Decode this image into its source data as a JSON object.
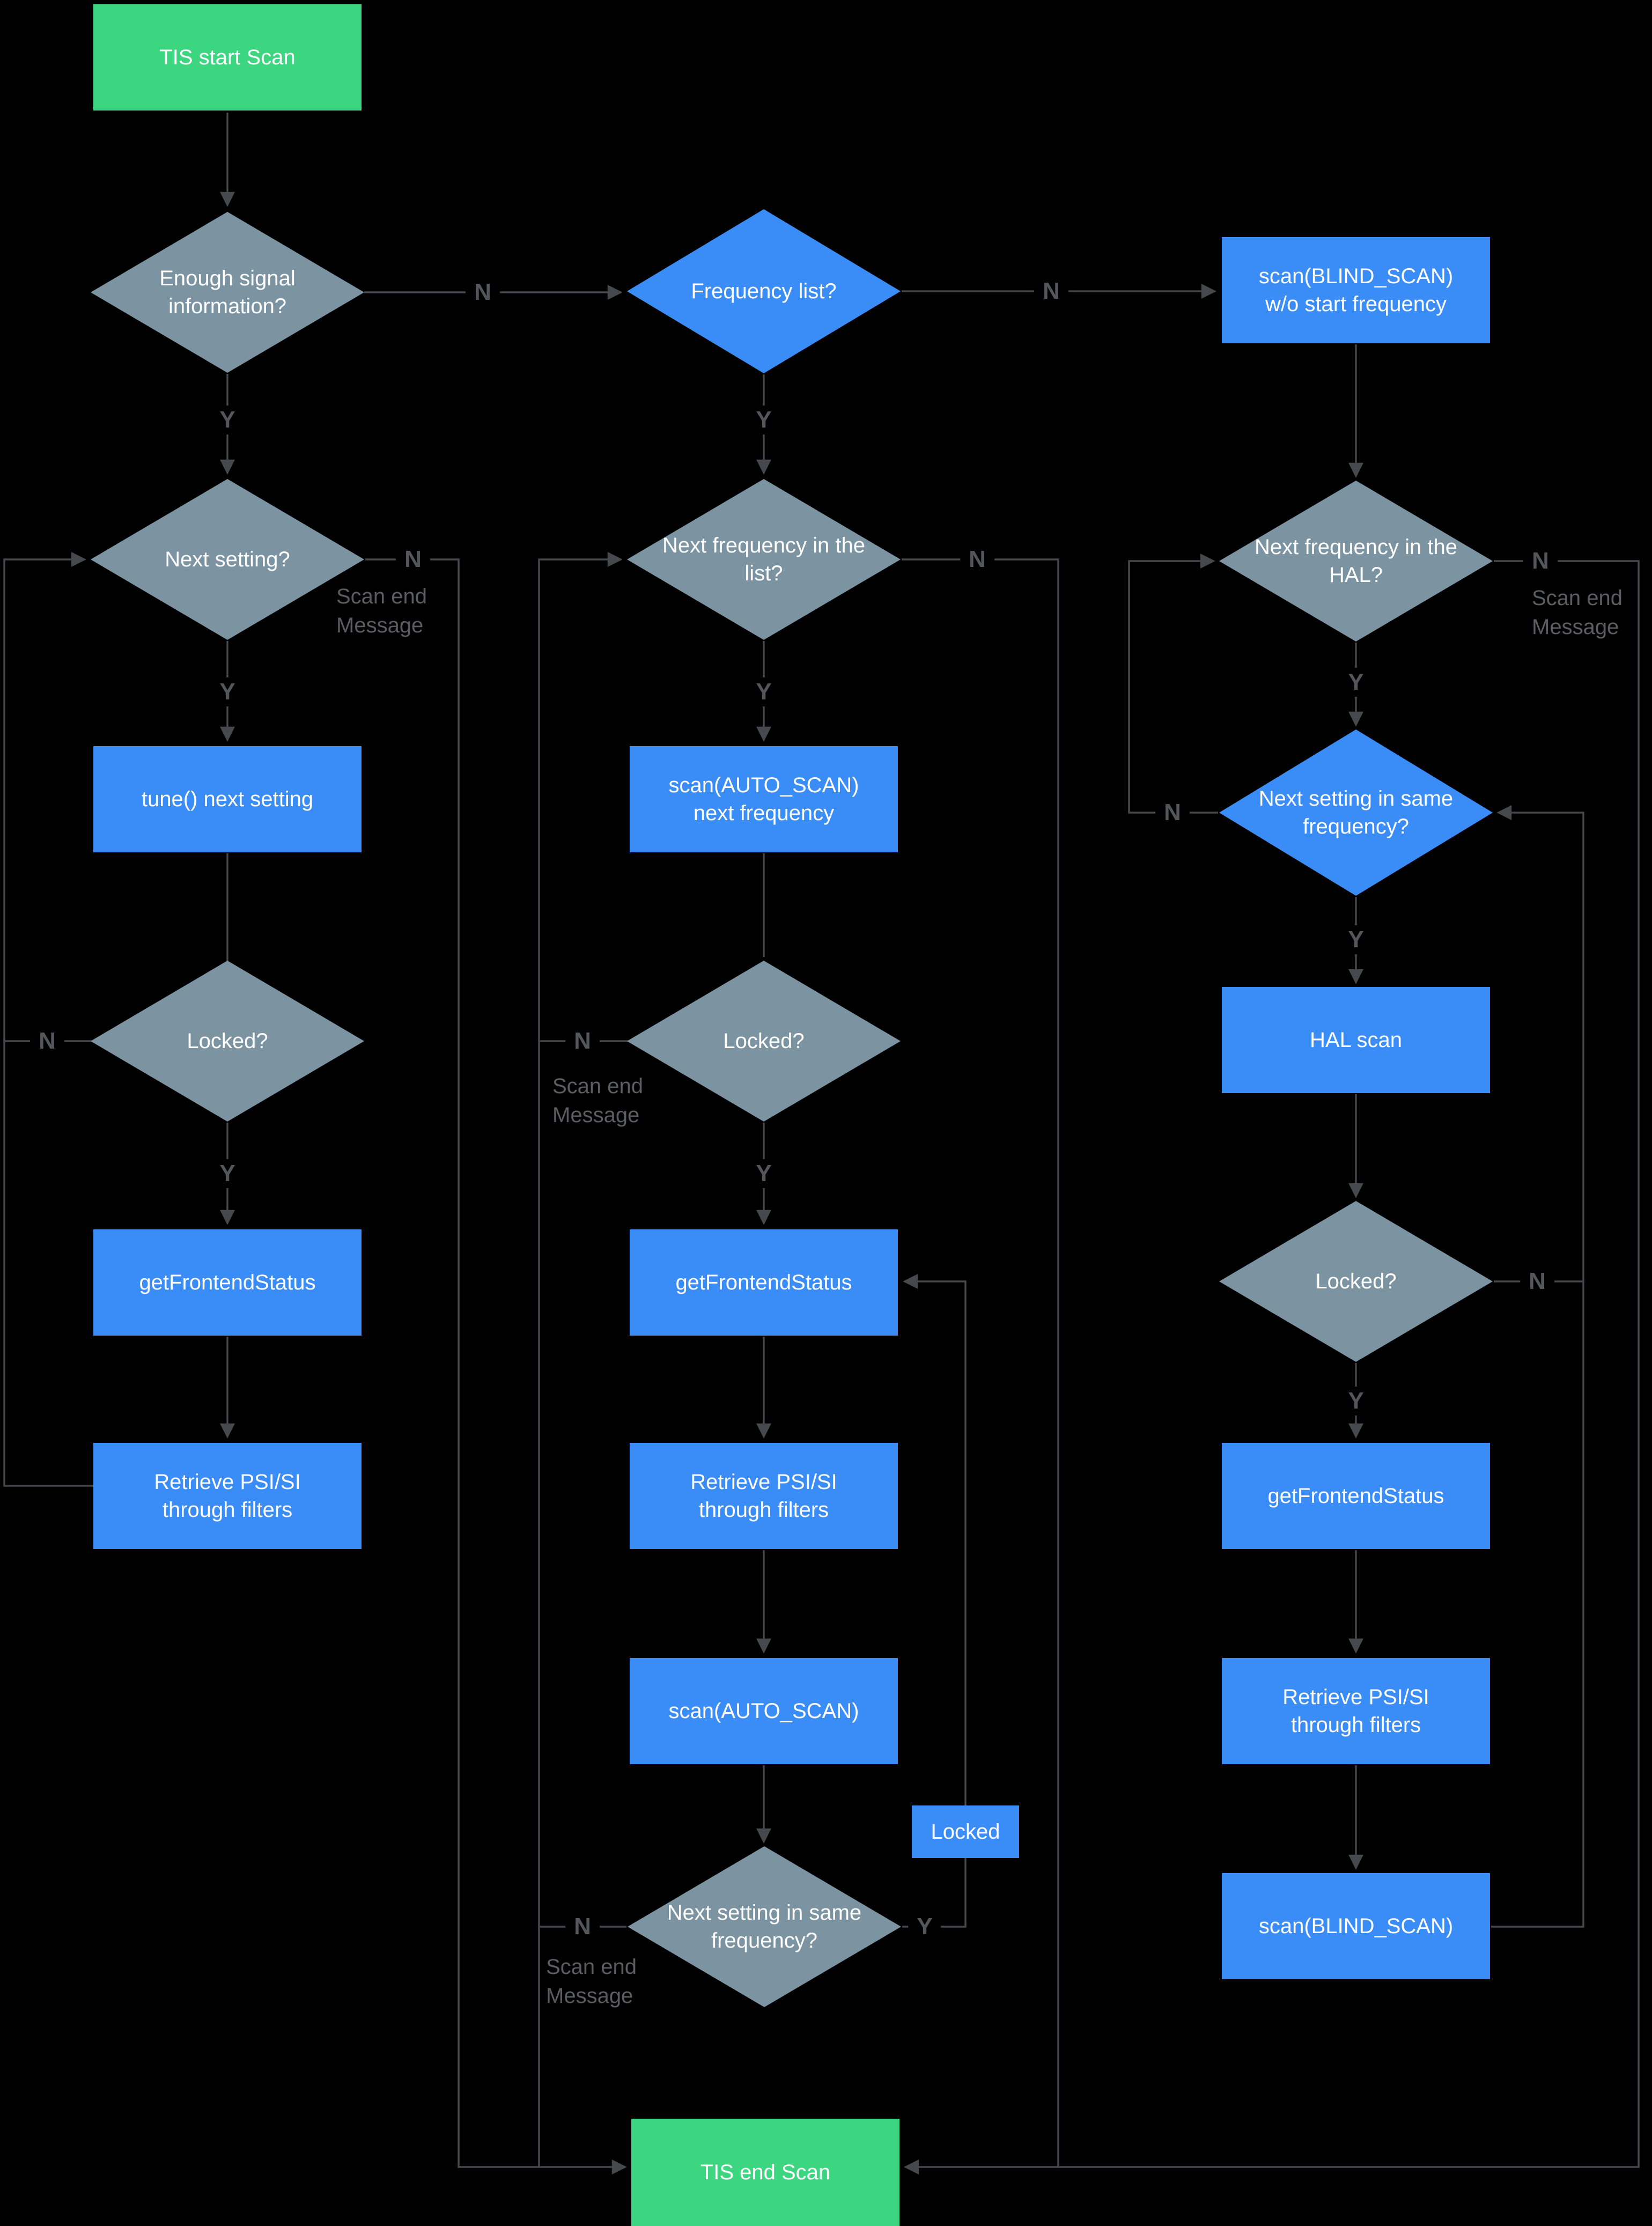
{
  "colors": {
    "background": "#000000",
    "start_end_green": "#3dd680",
    "process_blue": "#3a8cf7",
    "decision_gray": "#7c94a1",
    "decision_blue": "#3a8cf7",
    "connector_gray": "#45484c",
    "edge_label_gray": "#53575b",
    "note_gray": "#5a5e62"
  },
  "nodes": {
    "start": {
      "label": "TIS start Scan"
    },
    "enough_signal": {
      "label": "Enough signal information?"
    },
    "frequency_list": {
      "label": "Frequency list?"
    },
    "blind_scan_wo_start": {
      "label": "scan(BLIND_SCAN) w/o start frequency"
    },
    "next_setting": {
      "label": "Next setting?"
    },
    "next_frequency_list": {
      "label": "Next frequency in the list?"
    },
    "next_frequency_hal": {
      "label": "Next frequency in the HAL?"
    },
    "next_setting_same_frequency_hal": {
      "label": "Next setting in same frequency?"
    },
    "tune_next_setting": {
      "label": "tune() next setting"
    },
    "scan_auto_next_frequency": {
      "label": "scan(AUTO_SCAN) next frequency"
    },
    "hal_scan": {
      "label": "HAL scan"
    },
    "locked_left": {
      "label": "Locked?"
    },
    "locked_mid": {
      "label": "Locked?"
    },
    "locked_right": {
      "label": "Locked?"
    },
    "get_frontend_status_left": {
      "label": "getFrontendStatus"
    },
    "get_frontend_status_mid": {
      "label": "getFrontendStatus"
    },
    "get_frontend_status_right": {
      "label": "getFrontendStatus"
    },
    "retrieve_psi_left": {
      "label": "Retrieve PSI/SI through filters"
    },
    "retrieve_psi_mid": {
      "label": "Retrieve PSI/SI through filters"
    },
    "retrieve_psi_right": {
      "label": "Retrieve PSI/SI through filters"
    },
    "scan_auto": {
      "label": "scan(AUTO_SCAN)"
    },
    "locked_tag": {
      "label": "Locked"
    },
    "next_setting_same_frequency_mid": {
      "label": "Next setting in same frequency?"
    },
    "blind_scan": {
      "label": "scan(BLIND_SCAN)"
    },
    "end": {
      "label": "TIS end Scan"
    }
  },
  "edge_labels": {
    "yes": "Y",
    "no": "N"
  },
  "scan_end_note": {
    "line1": "Scan end",
    "line2": "Message"
  }
}
